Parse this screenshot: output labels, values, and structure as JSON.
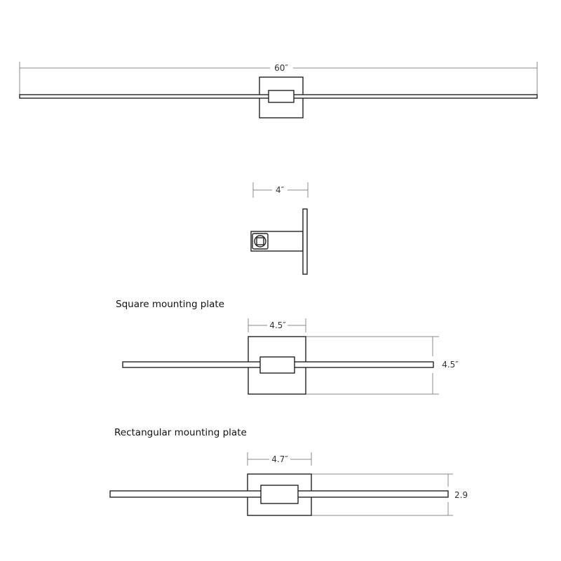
{
  "top_view": {
    "width_label": "60″"
  },
  "side_view": {
    "depth_label": "4″"
  },
  "square_plate": {
    "caption": "Square mounting plate",
    "width_label": "4.5″",
    "height_label": "4.5″"
  },
  "rect_plate": {
    "caption": "Rectangular mounting plate",
    "width_label": "4.7″",
    "height_label": "2.9"
  },
  "colors": {
    "outline": "#222222",
    "dimension_line": "#8a8a8a"
  }
}
